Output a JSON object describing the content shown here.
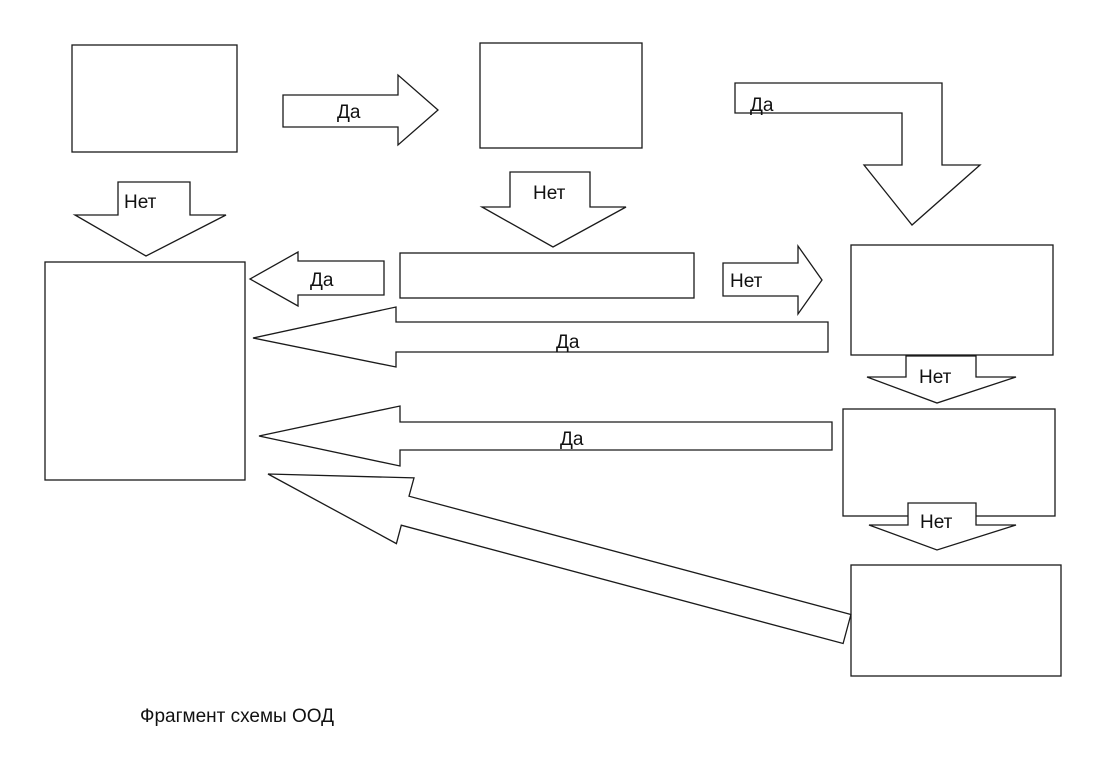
{
  "caption": "Фрагмент схемы ООД",
  "labels": {
    "yes": "Да",
    "no": "Нет"
  }
}
